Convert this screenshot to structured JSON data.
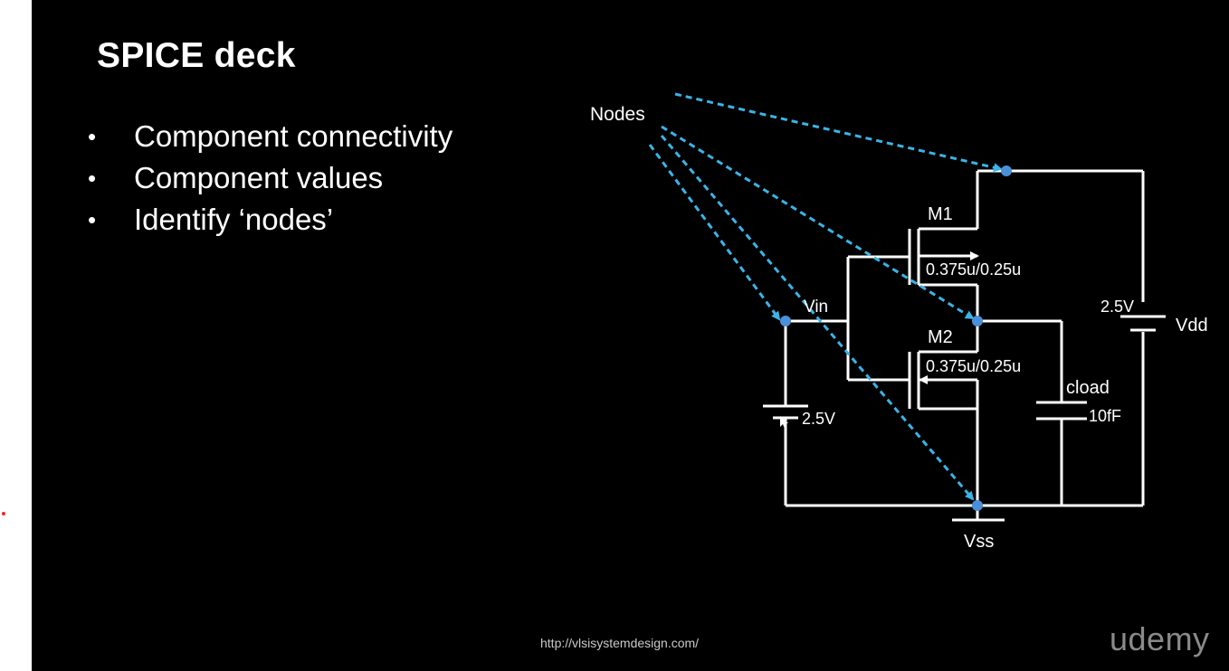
{
  "slide": {
    "title": "SPICE deck",
    "bullets": [
      "Component connectivity",
      "Component values",
      "Identify ‘nodes’"
    ],
    "bullet_glyph": "•"
  },
  "circuit": {
    "nodes_label": "Nodes",
    "vin_label": "Vin",
    "m1_label": "M1",
    "m1_size": "0.375u/0.25u",
    "m2_label": "M2",
    "m2_size": "0.375u/0.25u",
    "vin_source_value": "2.5V",
    "vdd_value": "2.5V",
    "vdd_label": "Vdd",
    "cload_label": "cload",
    "cload_value": "10fF",
    "vss_label": "Vss"
  },
  "footer": {
    "url": "http://vlsisystemdesign.com/",
    "logo": "udemy"
  },
  "colors": {
    "background": "#000000",
    "text": "#ffffff",
    "wire": "#ffffff",
    "node_marker": "#4a90d9",
    "arrow": "#3ab4e8",
    "logo": "#8a8a8a"
  }
}
